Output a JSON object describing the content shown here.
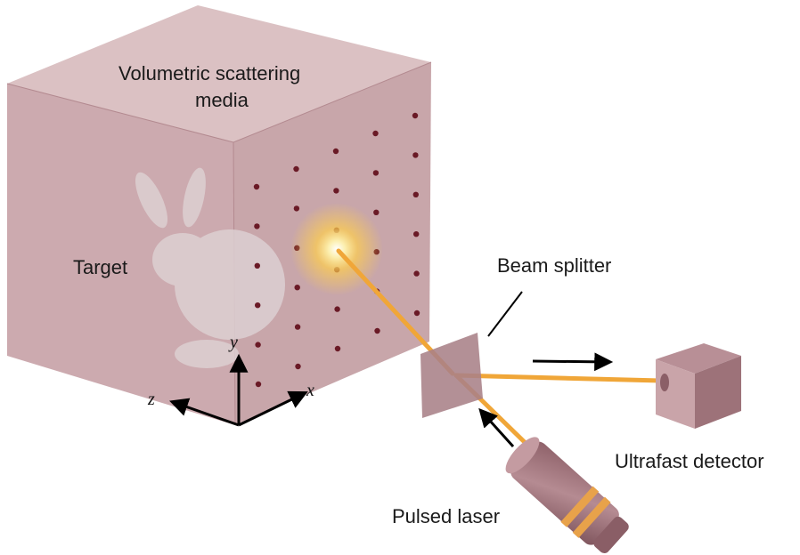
{
  "labels": {
    "media_line1": "Volumetric scattering",
    "media_line2": "media",
    "target": "Target",
    "beam_splitter": "Beam splitter",
    "detector": "Ultrafast detector",
    "laser": "Pulsed laser"
  },
  "axes": {
    "x": "x",
    "y": "y",
    "z": "z"
  },
  "colors": {
    "cube_front": "#c9a5a9",
    "cube_top": "#d7b9bc",
    "cube_side": "#be979c",
    "scan_dot": "#6a1a26",
    "beam": "#f3a93b",
    "glow": "#ffd35a",
    "device": "#a87c83",
    "device_ring": "#e8a24a"
  },
  "icons": {
    "bunny": "bunny-target-icon",
    "laser": "laser-icon",
    "detector": "detector-icon"
  }
}
